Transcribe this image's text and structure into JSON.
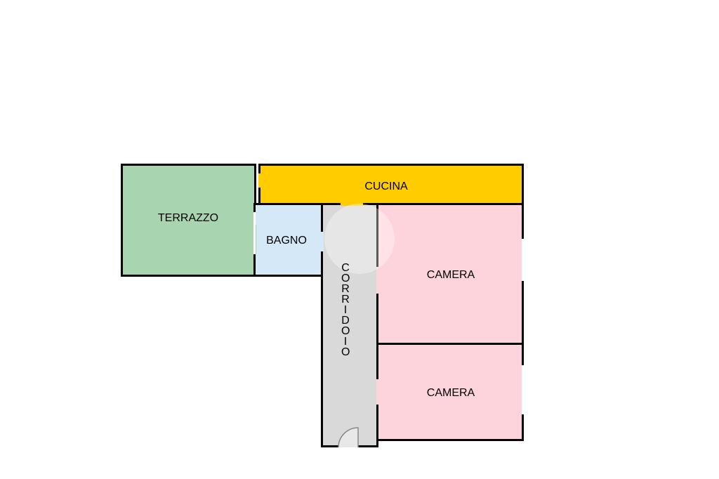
{
  "floorplan": {
    "rooms": [
      {
        "id": "terrazzo",
        "label": "TERRAZZO",
        "color": "#a8d5b0"
      },
      {
        "id": "cucina",
        "label": "CUCINA",
        "color": "#ffcc00"
      },
      {
        "id": "bagno",
        "label": "BAGNO",
        "color": "#d4e8f7"
      },
      {
        "id": "corridoio",
        "label": "CORRIDOIO",
        "color": "#d9d9d9"
      },
      {
        "id": "camera-1",
        "label": "CAMERA",
        "color": "#fdd3dc"
      },
      {
        "id": "camera-2",
        "label": "CAMERA",
        "color": "#fdd3dc"
      }
    ],
    "wall_color": "#000000"
  }
}
